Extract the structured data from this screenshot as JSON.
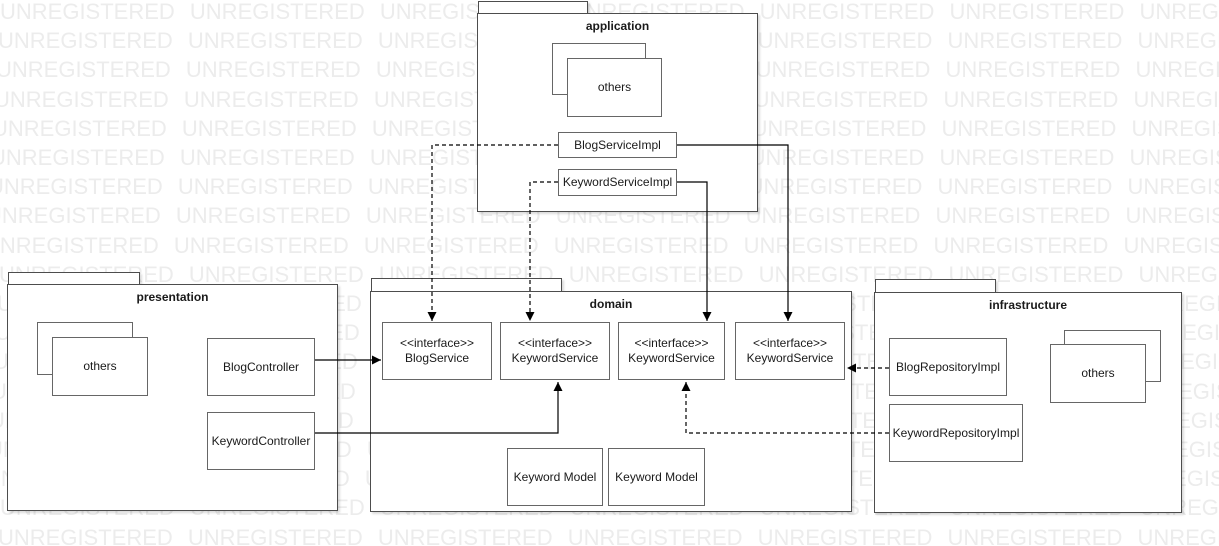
{
  "watermark": {
    "text": "UNREGISTERED",
    "color": "#ececec"
  },
  "diagram": {
    "application": {
      "title": "application",
      "others_label": "others",
      "blog_service_impl": "BlogServiceImpl",
      "keyword_service_impl": "KeywordServiceImpl"
    },
    "presentation": {
      "title": "presentation",
      "others_label": "others",
      "blog_controller": "BlogController",
      "keyword_controller": "KeywordController"
    },
    "domain": {
      "title": "domain",
      "interfaces": [
        {
          "stereotype": "<<interface>>",
          "name": "BlogService"
        },
        {
          "stereotype": "<<interface>>",
          "name": "KeywordService"
        },
        {
          "stereotype": "<<interface>>",
          "name": "KeywordService"
        },
        {
          "stereotype": "<<interface>>",
          "name": "KeywordService"
        }
      ],
      "models": [
        {
          "name": "Keyword Model"
        },
        {
          "name": "Keyword Model"
        }
      ]
    },
    "infrastructure": {
      "title": "infrastructure",
      "others_label": "others",
      "blog_repository_impl": "BlogRepositoryImpl",
      "keyword_repository_impl": "KeywordRepositoryImpl"
    }
  }
}
